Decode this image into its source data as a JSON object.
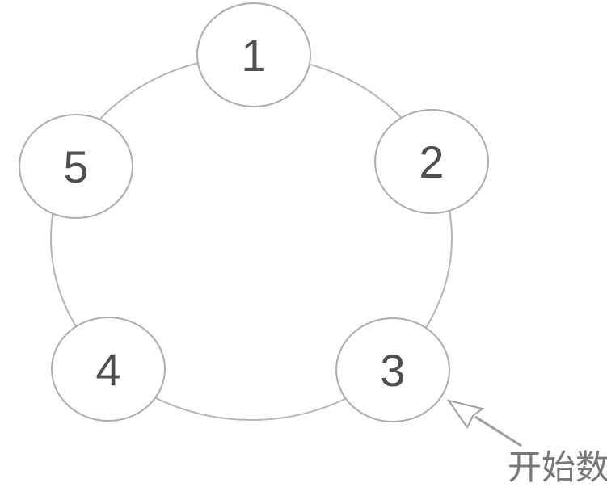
{
  "diagram": {
    "description": "five numbered circles arranged on a ring",
    "nodes": [
      {
        "id": 1,
        "label": "1",
        "position": "top"
      },
      {
        "id": 2,
        "label": "2",
        "position": "right"
      },
      {
        "id": 3,
        "label": "3",
        "position": "bottom-right"
      },
      {
        "id": 4,
        "label": "4",
        "position": "bottom-left"
      },
      {
        "id": 5,
        "label": "5",
        "position": "left"
      }
    ],
    "annotation": {
      "label": "开始数",
      "points_to_node": "3"
    }
  },
  "colors": {
    "background": "#ffffff",
    "ring_stroke": "#b5b5b5",
    "node_stroke": "#acacac",
    "node_fill": "#ffffff",
    "number_color": "#4f4f4f",
    "arrow_color": "#9e9e9e",
    "arrowhead_fill": "#ffffff",
    "annotation_text": "#787878"
  }
}
